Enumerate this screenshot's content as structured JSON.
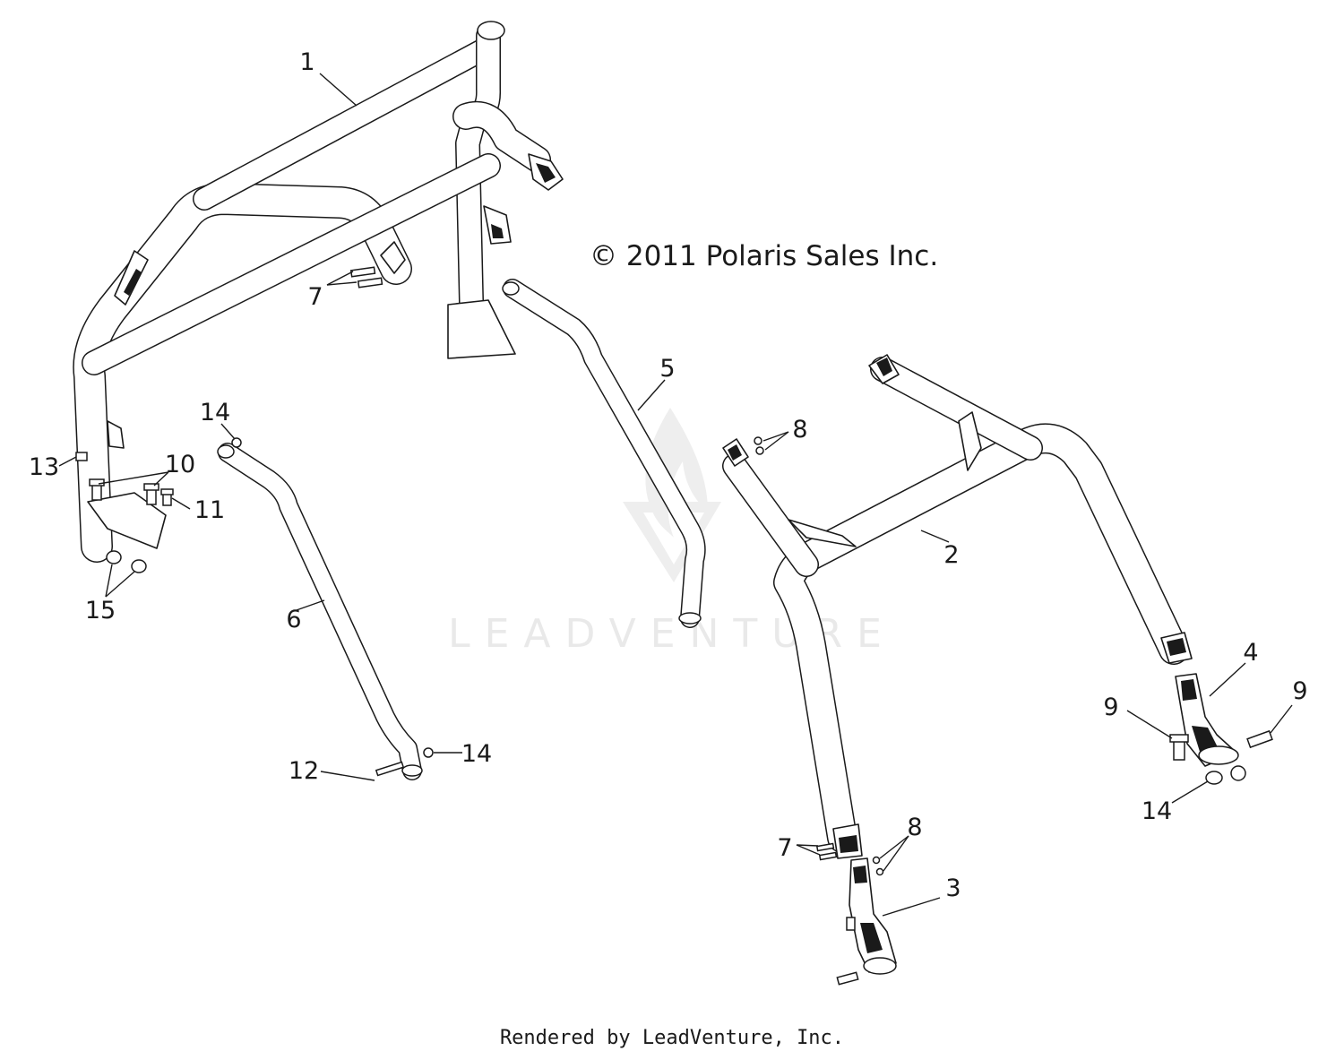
{
  "copyright": "© 2011 Polaris Sales Inc.",
  "watermark": "LEADVENTURE",
  "footer": "Rendered by LeadVenture, Inc.",
  "callouts": {
    "c1": "1",
    "c2": "2",
    "c3": "3",
    "c4": "4",
    "c5": "5",
    "c6": "6",
    "c7a": "7",
    "c7b": "7",
    "c8a": "8",
    "c8b": "8",
    "c9a": "9",
    "c9b": "9",
    "c10": "10",
    "c11": "11",
    "c12": "12",
    "c13": "13",
    "c14a": "14",
    "c14b": "14",
    "c14c": "14",
    "c15": "15"
  },
  "colors": {
    "line": "#1a1a1a",
    "watermark": "#e9e9e9",
    "background": "#ffffff"
  }
}
